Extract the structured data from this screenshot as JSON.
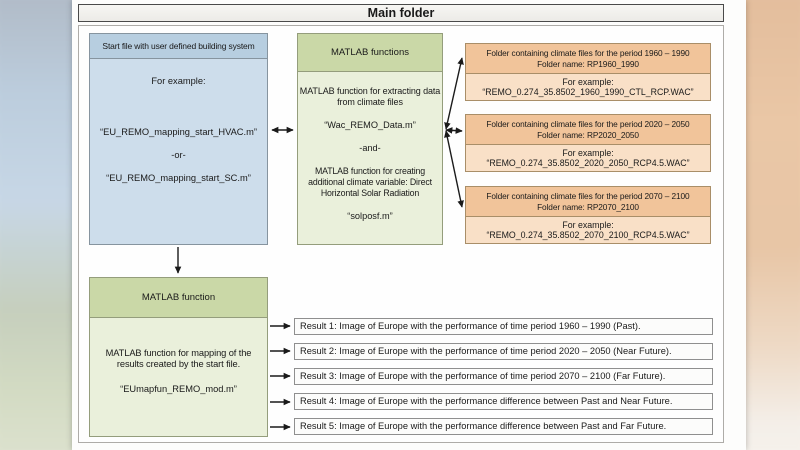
{
  "main_title": "Main folder",
  "start_file_box": {
    "header": "Start file with user defined building system",
    "example_label": "For example:",
    "file1": "“EU_REMO_mapping_start_HVAC.m”",
    "or": "-or-",
    "file2": "“EU_REMO_mapping_start_SC.m”"
  },
  "matlab_functions_box": {
    "header": "MATLAB functions",
    "extract_desc": "MATLAB function for extracting data from climate files",
    "extract_file": "“Wac_REMO_Data.m”",
    "and": "-and-",
    "create_desc": "MATLAB function for creating additional climate variable: Direct Horizontal Solar Radiation",
    "create_file": "“solposf.m”"
  },
  "climate_folders": [
    {
      "title": "Folder containing climate files for the period 1960 – 1990",
      "folder_name": "Folder name: RP1960_1990",
      "example_label": "For example:",
      "example_file": "“REMO_0.274_35.8502_1960_1990_CTL_RCP.WAC”"
    },
    {
      "title": "Folder containing climate files for the period 2020 – 2050",
      "folder_name": "Folder name: RP2020_2050",
      "example_label": "For example:",
      "example_file": "“REMO_0.274_35.8502_2020_2050_RCP4.5.WAC”"
    },
    {
      "title": "Folder containing climate files for the period 2070 – 2100",
      "folder_name": "Folder name: RP2070_2100",
      "example_label": "For example:",
      "example_file": "“REMO_0.274_35.8502_2070_2100_RCP4.5.WAC”"
    }
  ],
  "mapping_function_box": {
    "header": "MATLAB function",
    "desc": "MATLAB function for mapping of the results created by the start file.",
    "file": "“EUmapfun_REMO_mod.m”"
  },
  "results": [
    "Result 1: Image of Europe with the performance of time period 1960 – 1990 (Past).",
    "Result 2: Image of Europe with the performance of time period 2020 – 2050 (Near Future).",
    "Result 3: Image of Europe with the performance of time period 2070 – 2100 (Far Future).",
    "Result 4: Image of Europe with the performance difference between Past and Near Future.",
    "Result 5: Image of Europe with the performance difference between Past and Far Future."
  ],
  "colors": {
    "blue_header": "#b7cee0",
    "blue_body": "#cdddeb",
    "green_header": "#cad8a7",
    "green_body": "#eaf0db",
    "orange_header": "#f1c49a",
    "orange_body": "#f9e0c7",
    "arrow": "#1a1a1a"
  }
}
